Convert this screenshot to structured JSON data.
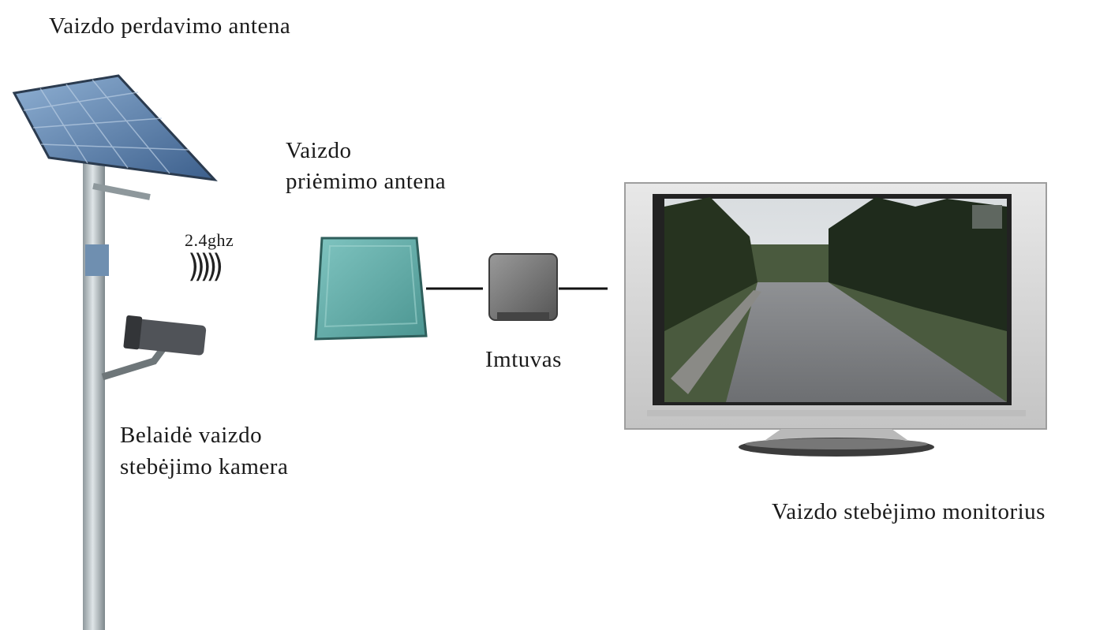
{
  "labels": {
    "transmit_antenna": "Vaizdo perdavimo antena",
    "receive_antenna_line1": "Vaizdo",
    "receive_antenna_line2": "priėmimo antena",
    "frequency": "2.4ghz",
    "waves": ")))))",
    "receiver": "Imtuvas",
    "camera_line1": "Belaidė vaizdo",
    "camera_line2": "stebėjimo kamera",
    "monitor": "Vaizdo stebėjimo monitorius"
  },
  "colors": {
    "antenna_panel": "#5ea8a4",
    "receiver_box": "#6f6f6f",
    "pole": "#b9c2c6",
    "solar_panel": "#4a6f9e",
    "monitor_frame": "#d4d4d4",
    "connector_line": "#111111"
  }
}
